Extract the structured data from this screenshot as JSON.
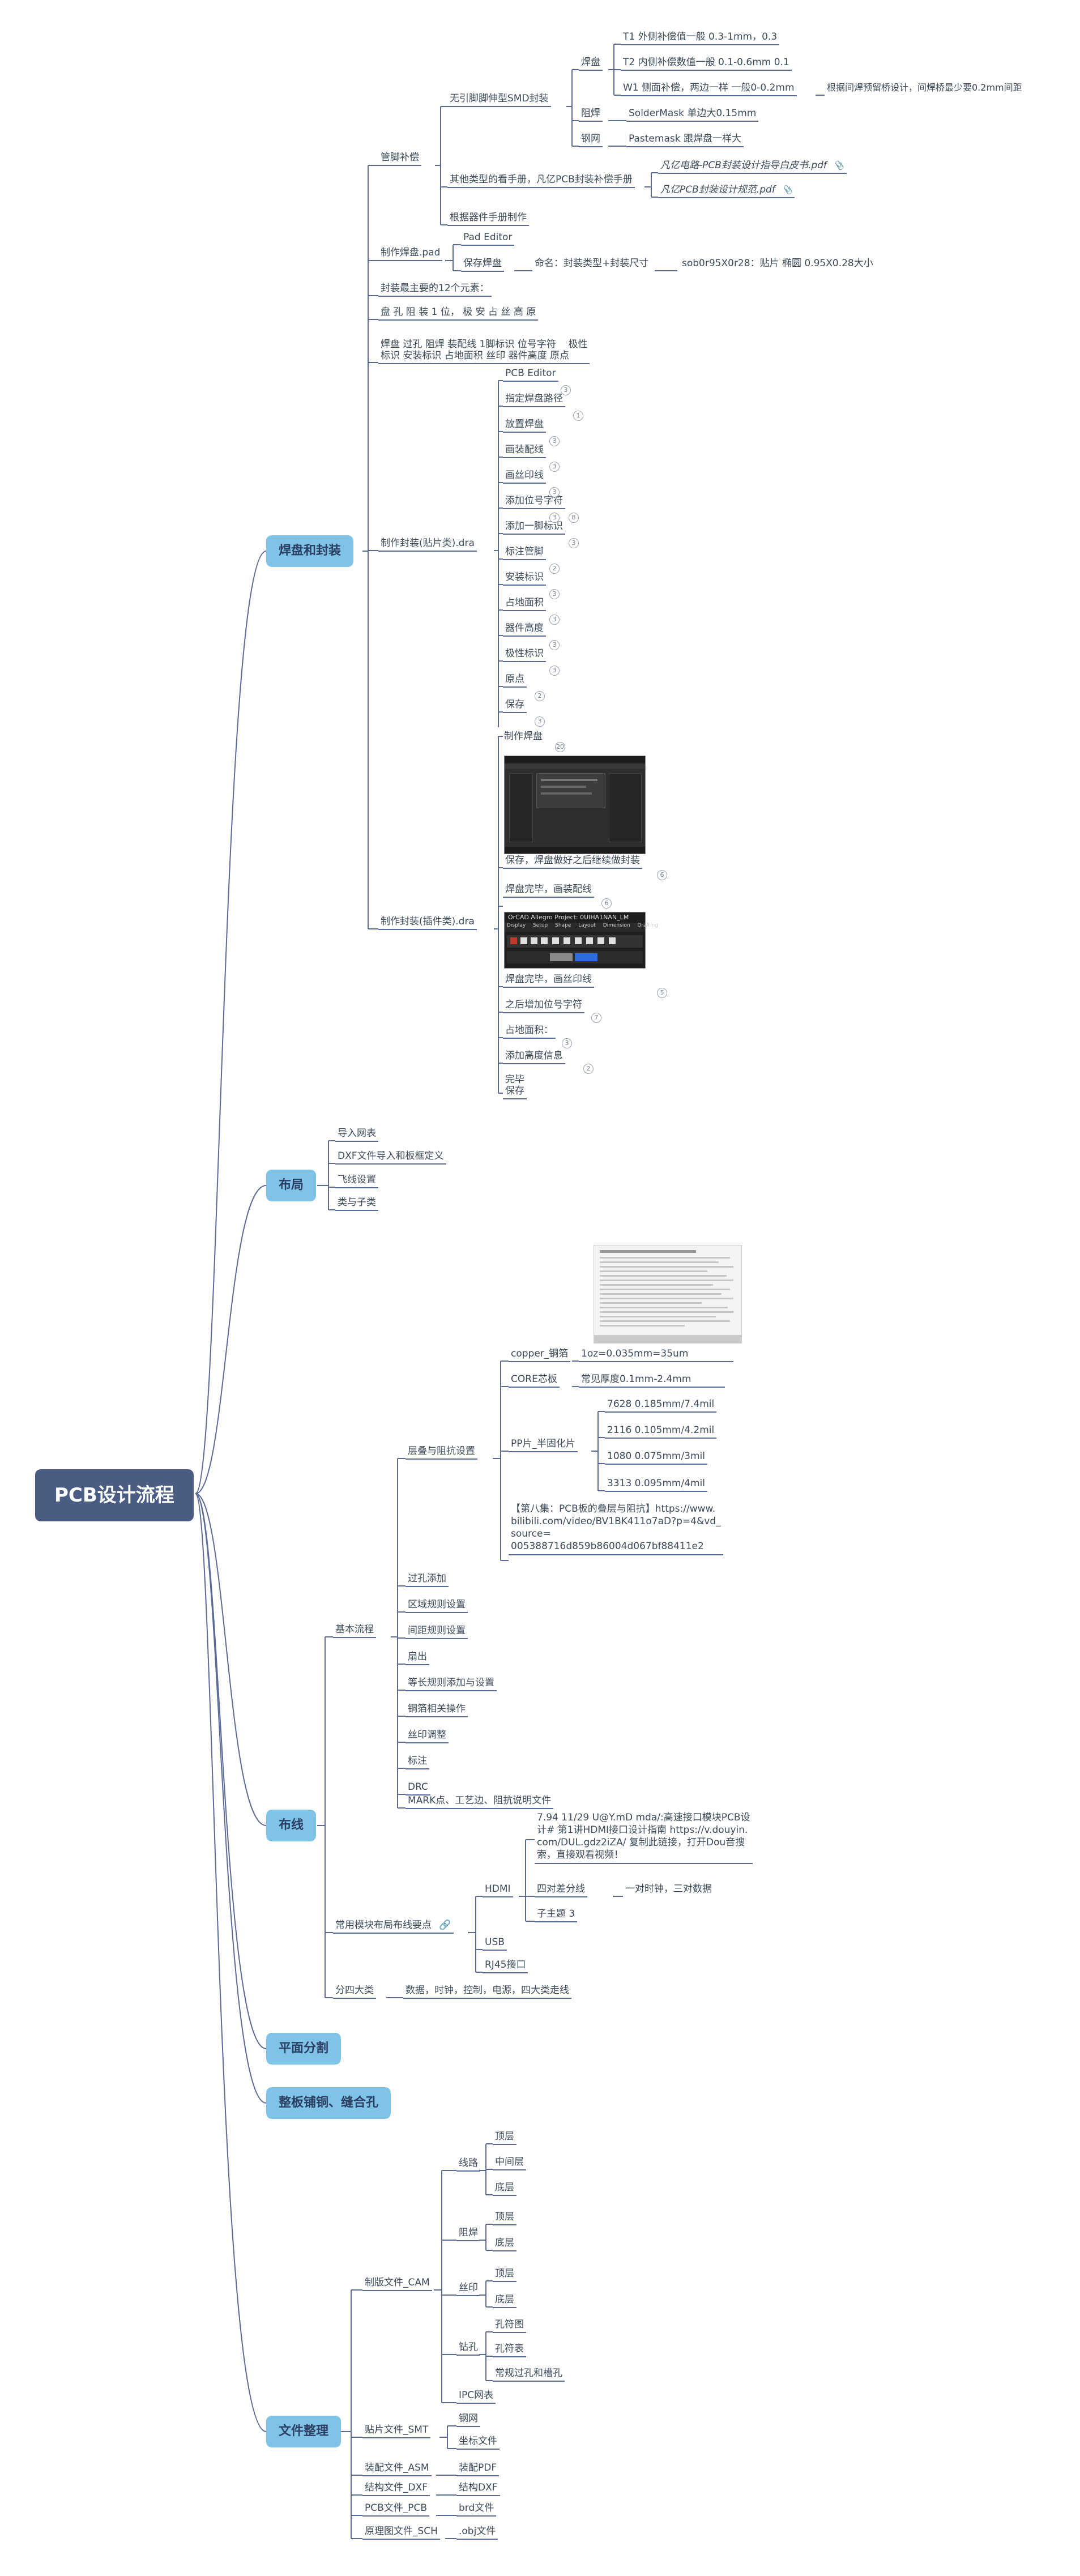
{
  "root": "PCB设计流程",
  "branches": {
    "pad": {
      "title": "焊盘和封装",
      "pad_comp": {
        "label": "管脚补偿",
        "smd": {
          "label": "无引脚脚伸型SMD封装",
          "pad": "焊盘",
          "t1": "T1 外侧补偿值一般 0.3-1mm，0.3",
          "t2": "T2 内侧补偿数值一般 0.1-0.6mm  0.1",
          "w1": "W1 侧面补偿，两边一样 一般0-0.2mm",
          "w1_note": "根据间焊预留桥设计，间焊桥最少要0.2mm间距",
          "mask": "阻焊",
          "mask_val": "SolderMask 单边大0.15mm",
          "paste": "钢网",
          "paste_val": "Pastemask 跟焊盘一样大"
        },
        "other": {
          "label": "其他类型的看手册，凡亿PCB封装补偿手册",
          "doc1": "凡亿电路-PCB封装设计指导白皮书.pdf",
          "doc2": "凡亿PCB封装设计规范.pdf"
        },
        "manual": "根据器件手册制作"
      },
      "pad_make": {
        "label": "制作焊盘.pad",
        "editor": "Pad Editor",
        "save": "保存焊盘",
        "naming": "命名：封装类型+封装尺寸",
        "naming_ex": "sob0r95X0r28：贴片 椭圆 0.95X0.28大小"
      },
      "elements_title": "封装最主要的12个元素：",
      "elements_line": "盘 孔  阻 装 1 位，    极 安 占 丝 高 原",
      "elements_desc": "焊盘 过孔 阻焊 装配线 1脚标识 位号字符    极性\n标识 安装标识 占地面积 丝印 器件高度 原点",
      "smd_make": {
        "label": "制作封装(贴片类).dra",
        "steps": [
          "PCB Editor",
          "指定焊盘路径",
          "放置焊盘",
          "画装配线",
          "画丝印线",
          "添加位号字符",
          "添加一脚标识",
          "标注管脚",
          "安装标识",
          "占地面积",
          "器件高度",
          "极性标识",
          "原点",
          "保存"
        ],
        "badges": [
          "3",
          "1",
          "3",
          "3",
          "3",
          "3",
          "8",
          "3",
          "2",
          "3",
          "3",
          "3",
          "3",
          "2",
          "3"
        ]
      },
      "tht_make": {
        "label": "制作封装(插件类).dra",
        "step1": "制作焊盘",
        "step1_badge": "20",
        "step2": "保存，焊盘做好之后继续做封装",
        "step2_badge": "6",
        "step3": "焊盘完毕，画装配线",
        "step3_badge": "6",
        "step4": "焊盘完毕，画丝印线",
        "step4_badge": "5",
        "step5": "之后增加位号字符",
        "step5_badge": "7",
        "step6": "占地面积：",
        "step6_badge": "3",
        "step7": "添加高度信息",
        "step7_badge": "2",
        "step8a": "完毕",
        "step8b": "保存",
        "shot2_title": "OrCAD Allegro Project: 0UIHA1NAN_LM",
        "shot2_menu": [
          "Display",
          "Setup",
          "Shape",
          "Layout",
          "Dimension",
          "Drafting"
        ]
      }
    },
    "layout": {
      "title": "布局",
      "items": [
        "导入网表",
        "DXF文件导入和板框定义",
        "飞线设置",
        "类与子类"
      ]
    },
    "routing": {
      "title": "布线",
      "basic": "基本流程",
      "stack": {
        "label": "层叠与阻抗设置",
        "copper": "copper_铜箔",
        "copper_val": "1oz=0.035mm=35um",
        "core": "CORE芯板",
        "core_val": "常见厚度0.1mm-2.4mm",
        "pp": "PP片_半固化片",
        "pp_vals": [
          "7628 0.185mm/7.4mil",
          "2116 0.105mm/4.2mil",
          "1080 0.075mm/3mil",
          "3313 0.095mm/4mil"
        ],
        "link": "【第八集：PCB板的叠层与阻抗】https://www.\nbilibili.com/video/BV1BK411o7aD?p=4&vd_\nsource=\n005388716d859b86004d067bf88411e2"
      },
      "basic_items": [
        "过孔添加",
        "区域规则设置",
        "间距规则设置",
        "扇出",
        "等长规则添加与设置",
        "铜箔相关操作",
        "丝印调整",
        "标注",
        "DRC",
        "MARK点、工艺边、阻抗说明文件"
      ],
      "modules": {
        "label": "常用模块布局布线要点",
        "hdmi": "HDMI",
        "hdmi_note": "7.94 11/29 U@Y.mD mda/:高速接口模块PCB设\n计# 第1讲HDMI接口设计指南 https://v.douyin.\ncom/DUL.gdz2iZA/ 复制此链接，打开Dou音搜\n索，直接观看视频！",
        "diff": "四对差分线",
        "diff_val": "一对时钟，三对数据",
        "sub": "子主题 3",
        "usb": "USB",
        "rj45": "RJ45接口"
      },
      "four": "分四大类",
      "four_val": "数据，时钟，控制，电源，四大类走线"
    },
    "plane": {
      "title": "平面分割"
    },
    "copper": {
      "title": "整板铺铜、缝合孔"
    },
    "files": {
      "title": "文件整理",
      "cam": {
        "label": "制版文件_CAM",
        "trace": "线路",
        "trace_items": [
          "顶层",
          "中间层",
          "底层"
        ],
        "mask": "阻焊",
        "mask_items": [
          "顶层",
          "底层"
        ],
        "silk": "丝印",
        "silk_items": [
          "顶层",
          "底层"
        ],
        "drill": "钻孔",
        "drill_items": [
          "孔符图",
          "孔符表",
          "常规过孔和槽孔"
        ],
        "ipc": "IPC网表"
      },
      "smt": {
        "label": "贴片文件_SMT",
        "items": [
          "钢网",
          "坐标文件"
        ]
      },
      "asm": {
        "label": "装配文件_ASM",
        "val": "装配PDF"
      },
      "dxf": {
        "label": "结构文件_DXF",
        "val": "结构DXF"
      },
      "pcb": {
        "label": "PCB文件_PCB",
        "val": "brd文件"
      },
      "sch": {
        "label": "原理图文件_SCH",
        "val": ".obj文件"
      }
    }
  },
  "colors": {
    "root": "#4a5c82",
    "main": "#7fc4e6",
    "line": "#5b6b95"
  }
}
